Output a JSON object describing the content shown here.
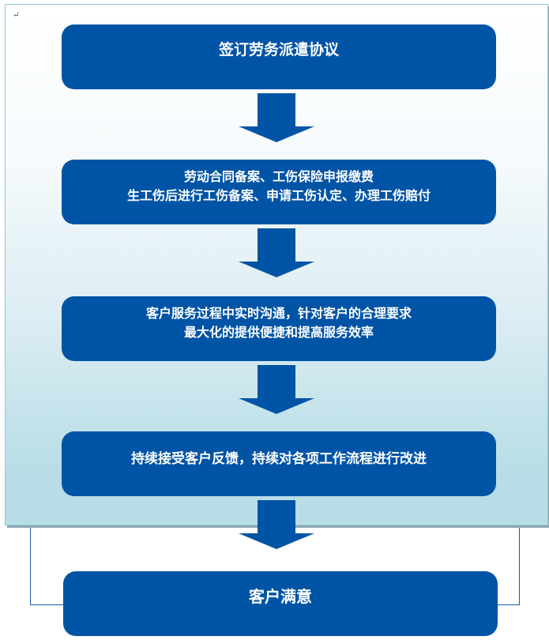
{
  "steps": [
    {
      "lines": [
        "签订劳务派遣协议"
      ]
    },
    {
      "lines": [
        "劳动合同备案、工伤保险申报缴费",
        "生工伤后进行工伤备案、申请工伤认定、办理工伤赔付"
      ]
    },
    {
      "lines": [
        "客户服务过程中实时沟通，针对客户的合理要求",
        "最大化的提供便捷和提高服务效率"
      ]
    },
    {
      "lines": [
        "持续接受客户反馈，持续对各项工作流程进行改进"
      ]
    }
  ],
  "result": "客户满意",
  "paragraph_mark": "↵",
  "colors": {
    "box": "#0054a6",
    "panel_bottom": "#b8dde6"
  }
}
